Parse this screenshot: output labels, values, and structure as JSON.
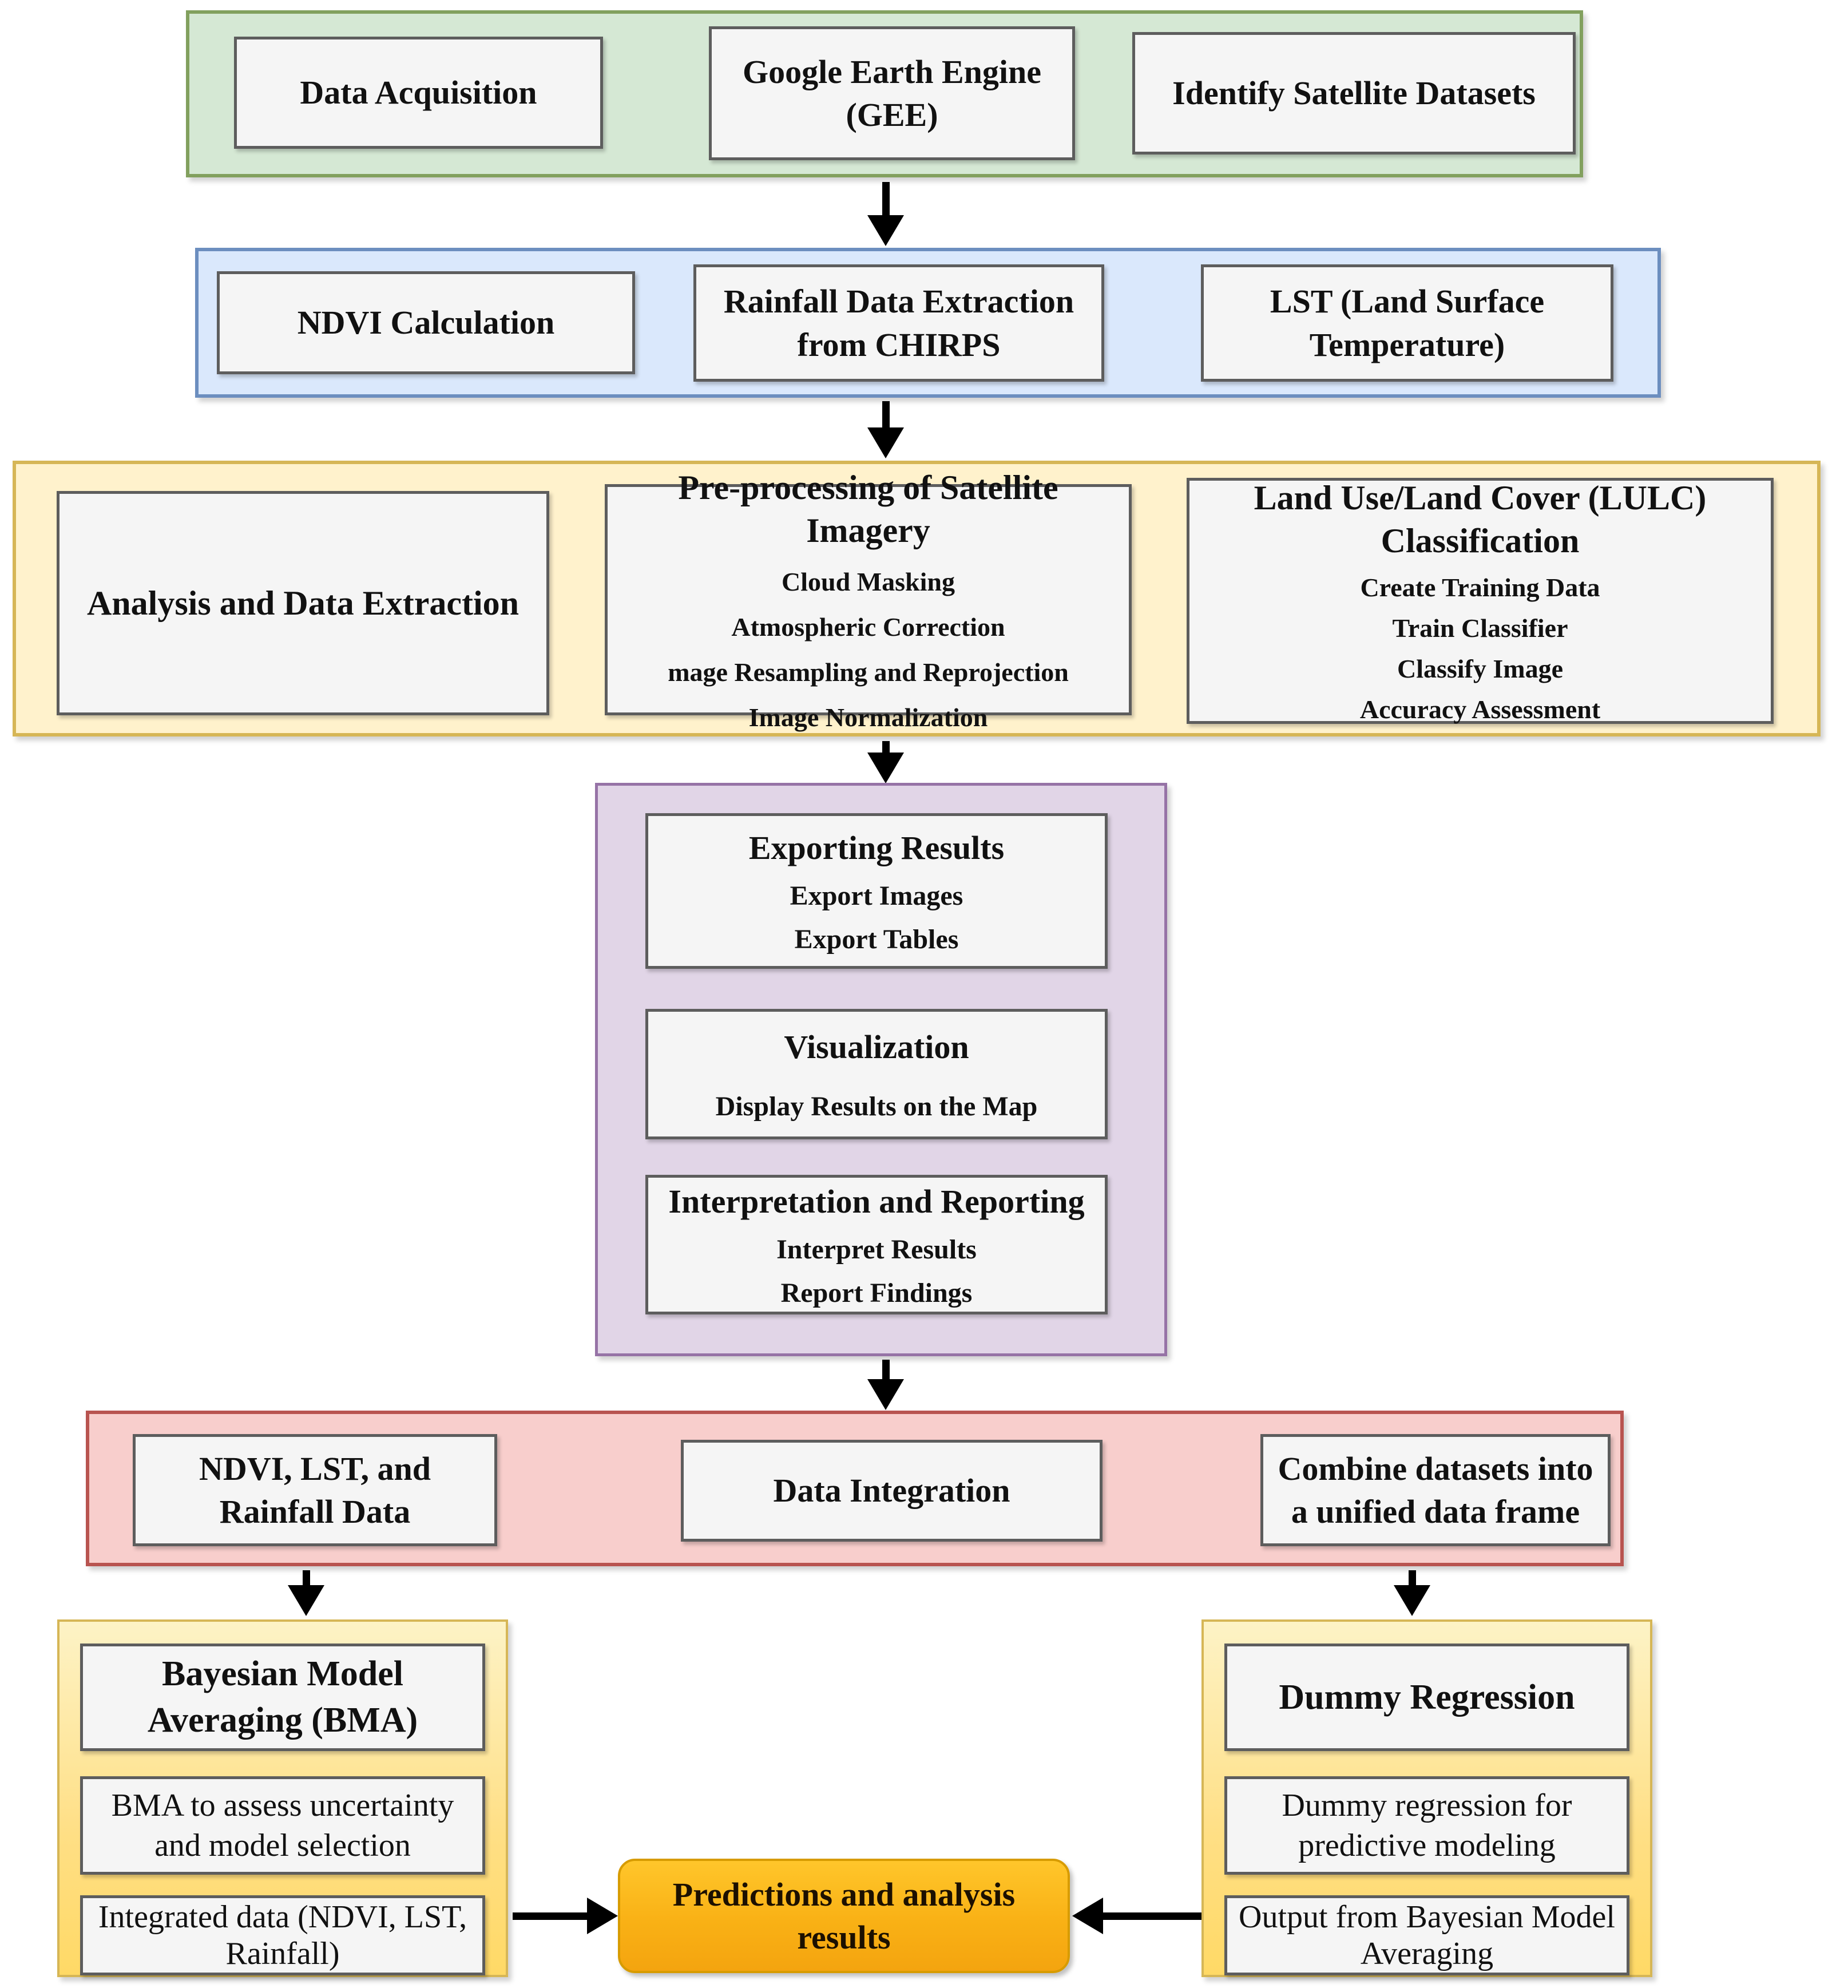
{
  "diagram_title": "Google Earth Engine satellite data processing workflow",
  "stages": {
    "acquisition": {
      "data_acquisition": "Data Acquisition",
      "gee": "Google Earth Engine (GEE)",
      "identify_datasets": "Identify Satellite Datasets"
    },
    "derivation": {
      "ndvi": "NDVI Calculation",
      "rainfall": "Rainfall Data Extraction from CHIRPS",
      "lst": "LST (Land Surface Temperature)"
    },
    "analysis": {
      "analysis_extraction": "Analysis and Data Extraction",
      "preprocessing": {
        "title": "Pre-processing of Satellite Imagery",
        "steps": [
          "Cloud Masking",
          "Atmospheric Correction",
          "mage Resampling and Reprojection",
          "Image Normalization"
        ]
      },
      "lulc": {
        "title_lines": [
          "Land Use/Land Cover (LULC)",
          "Classification"
        ],
        "steps": [
          "Create Training Data",
          "Train Classifier",
          "Classify Image",
          "Accuracy Assessment"
        ]
      }
    },
    "results": {
      "exporting": {
        "title": "Exporting Results",
        "steps": [
          "Export Images",
          "Export Tables"
        ]
      },
      "visualization": {
        "title": "Visualization",
        "steps": [
          "Display Results on the Map"
        ]
      },
      "interpretation": {
        "title": "Interpretation and Reporting",
        "steps": [
          "Interpret Results",
          "Report Findings"
        ]
      }
    },
    "integration": {
      "inputs": "NDVI, LST, and Rainfall Data",
      "integration": "Data Integration",
      "combine": "Combine datasets into a unified data frame"
    },
    "bma": {
      "title": "Bayesian Model Averaging (BMA)",
      "uncertainty": "BMA to assess uncertainty and model selection",
      "integrated": "Integrated data (NDVI, LST, Rainfall)"
    },
    "dummy": {
      "title": "Dummy Regression",
      "predictive": "Dummy regression for predictive modeling",
      "output": "Output from Bayesian Model Averaging"
    },
    "final": {
      "title": "Predictions and analysis results"
    }
  },
  "palette": {
    "stage_green_fill": "#d5e8d4",
    "stage_green_border": "#82a05e",
    "stage_blue_fill": "#dae8fc",
    "stage_blue_border": "#6c8ebf",
    "stage_yellow_fill": "#fff2cc",
    "stage_yellow_border": "#d6b656",
    "stage_purple_fill": "#e1d5e7",
    "stage_purple_border": "#9673a6",
    "stage_pink_fill": "#f8cecc",
    "stage_pink_border": "#b85450",
    "group_gold_fill_top": "#fdf3c6",
    "group_gold_fill_bottom": "#ffd966",
    "group_gold_border": "#d6b656",
    "node_fill": "#f5f5f5",
    "node_border": "#5d5d5d",
    "final_fill_top": "#ffc62b",
    "final_fill_bottom": "#f4a40f",
    "final_border": "#d79b00",
    "arrow_color": "#000000"
  }
}
